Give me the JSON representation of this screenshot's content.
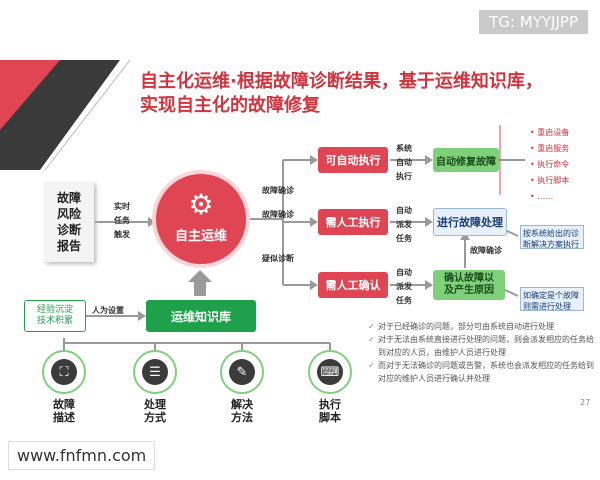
{
  "watermark_top": "TG: MYYJJPP",
  "watermark_bottom": "www.fnfmn.com",
  "title_line1": "自主化运维·根据故障诊断结果，基于运维知识库，",
  "title_line2": "实现自主化的故障修复",
  "report": {
    "lines": [
      "故障",
      "风险",
      "诊断",
      "报告"
    ]
  },
  "trigger": {
    "lines": [
      "实时",
      "任务",
      "触发"
    ]
  },
  "center": {
    "label": "自主运维"
  },
  "branch_labels": {
    "top": "故障确诊",
    "mid": "故障确诊",
    "bottom": "疑似诊断"
  },
  "auto_exec": "可自动执行",
  "manual_exec": "需人工执行",
  "manual_confirm": "需人工确认",
  "sys_auto": [
    "系统",
    "自动",
    "执行"
  ],
  "auto_dispatch1": [
    "自动",
    "派发",
    "任务"
  ],
  "auto_dispatch2": [
    "自动",
    "派发",
    "任务"
  ],
  "auto_repair": "自动修复故障",
  "handle_fault": "进行故障处理",
  "confirm_fault": [
    "确认故障以",
    "及产生原因"
  ],
  "fault_confirmed": "故障确诊",
  "list_items": [
    "重启设备",
    "重启服务",
    "执行命令",
    "执行脚本",
    "……"
  ],
  "note_handle": "按系统给出的诊断解决方案执行",
  "note_confirm": "如确定是个故障则需进行处理",
  "kb": "运维知识库",
  "experience": [
    "经验沉淀",
    "技术积累"
  ],
  "manual_setting": "人为设置",
  "bottom_items": [
    {
      "label": [
        "故障",
        "描述"
      ],
      "icon": "⛶"
    },
    {
      "label": [
        "处理",
        "方式"
      ],
      "icon": "☰"
    },
    {
      "label": [
        "解决",
        "方法"
      ],
      "icon": "✎"
    },
    {
      "label": [
        "执行",
        "脚本"
      ],
      "icon": "⌨"
    }
  ],
  "bullets": [
    "对于已经确诊的问题，部分可由系统自动进行处理",
    "对于无法由系统直接进行处理的问题，则会派发相应的任务给到对应的人员，由维护人员进行处理",
    "而对于无法确诊的问题或告警，系统也会派发相应的任务给到对应的维护人员进行确认并处理"
  ],
  "page_number": "27",
  "colors": {
    "red": "#e04553",
    "green": "#1ea14a",
    "light_green": "#7ed07a"
  }
}
